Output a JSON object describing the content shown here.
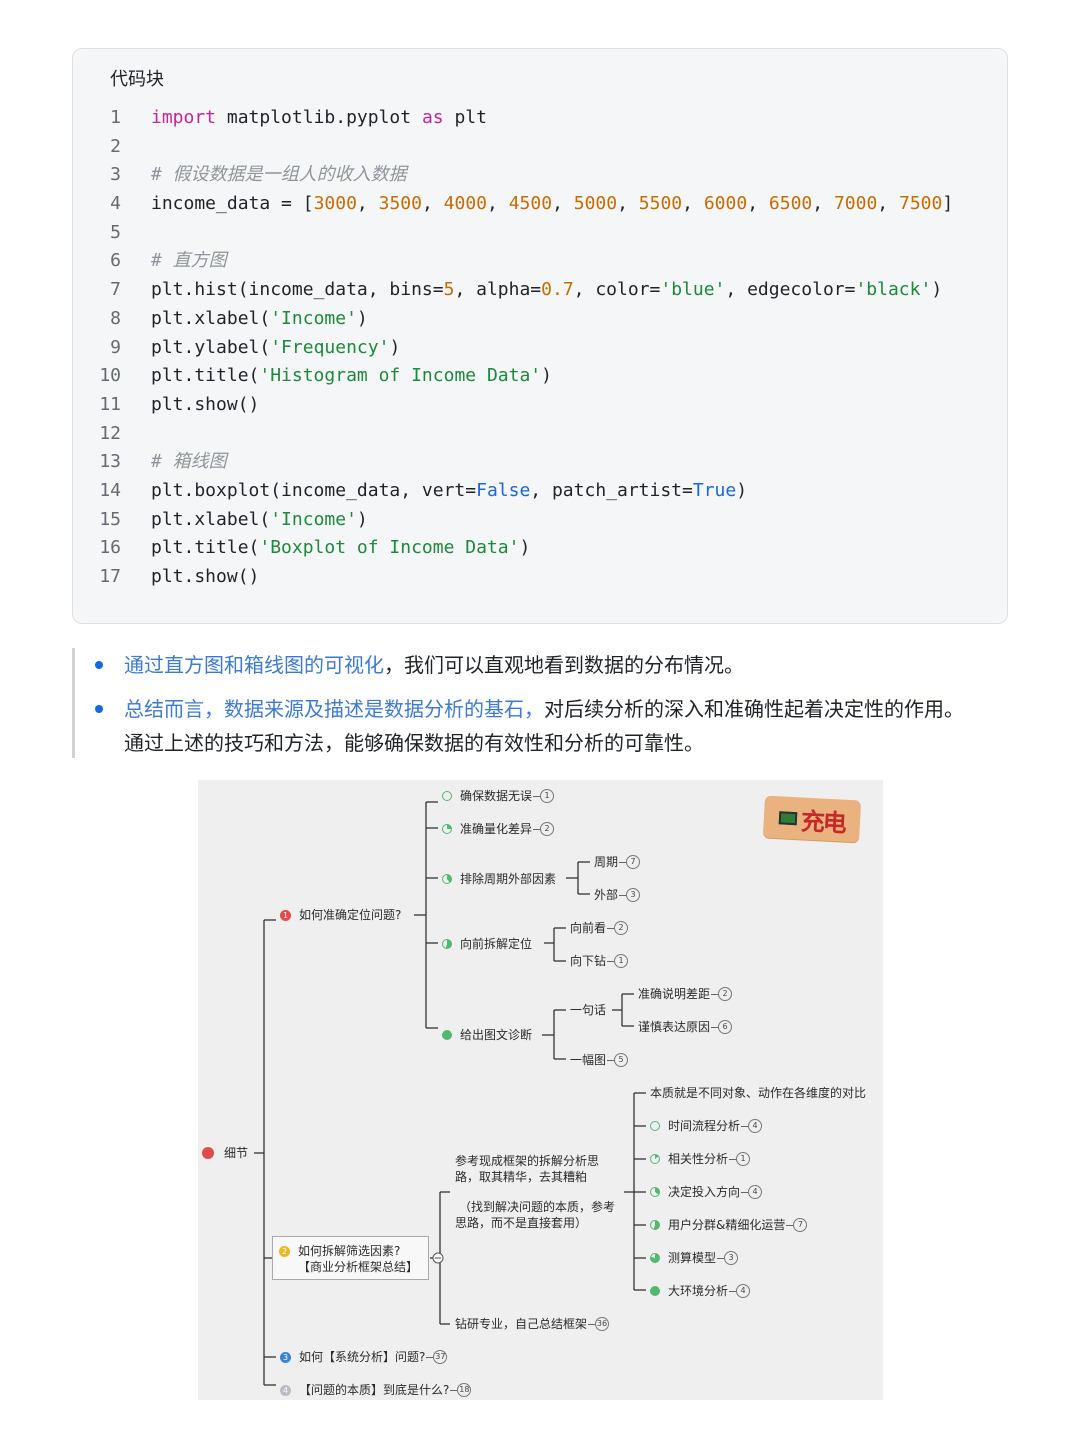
{
  "code_block": {
    "title": "代码块",
    "lines": [
      {
        "n": "1",
        "t": [
          [
            "kw",
            "import"
          ],
          [
            "p",
            " matplotlib.pyplot "
          ],
          [
            "kw",
            "as"
          ],
          [
            "p",
            " plt"
          ]
        ]
      },
      {
        "n": "2",
        "t": []
      },
      {
        "n": "3",
        "t": [
          [
            "cm",
            "# 假设数据是一组人的收入数据"
          ]
        ]
      },
      {
        "n": "4",
        "t": [
          [
            "p",
            "income_data = ["
          ],
          [
            "num",
            "3000"
          ],
          [
            "p",
            ", "
          ],
          [
            "num",
            "3500"
          ],
          [
            "p",
            ", "
          ],
          [
            "num",
            "4000"
          ],
          [
            "p",
            ", "
          ],
          [
            "num",
            "4500"
          ],
          [
            "p",
            ", "
          ],
          [
            "num",
            "5000"
          ],
          [
            "p",
            ", "
          ],
          [
            "num",
            "5500"
          ],
          [
            "p",
            ", "
          ],
          [
            "num",
            "6000"
          ],
          [
            "p",
            ", "
          ],
          [
            "num",
            "6500"
          ],
          [
            "p",
            ", "
          ],
          [
            "num",
            "7000"
          ],
          [
            "p",
            ", "
          ],
          [
            "num",
            "7500"
          ],
          [
            "p",
            "]"
          ]
        ]
      },
      {
        "n": "5",
        "t": []
      },
      {
        "n": "6",
        "t": [
          [
            "cm",
            "# 直方图"
          ]
        ]
      },
      {
        "n": "7",
        "t": [
          [
            "p",
            "plt.hist(income_data, bins="
          ],
          [
            "num",
            "5"
          ],
          [
            "p",
            ", alpha="
          ],
          [
            "num",
            "0.7"
          ],
          [
            "p",
            ", color="
          ],
          [
            "str",
            "'blue'"
          ],
          [
            "p",
            ", edgecolor="
          ],
          [
            "str",
            "'black'"
          ],
          [
            "p",
            ")"
          ]
        ]
      },
      {
        "n": "8",
        "t": [
          [
            "p",
            "plt.xlabel("
          ],
          [
            "str",
            "'Income'"
          ],
          [
            "p",
            ")"
          ]
        ]
      },
      {
        "n": "9",
        "t": [
          [
            "p",
            "plt.ylabel("
          ],
          [
            "str",
            "'Frequency'"
          ],
          [
            "p",
            ")"
          ]
        ]
      },
      {
        "n": "10",
        "t": [
          [
            "p",
            "plt.title("
          ],
          [
            "str",
            "'Histogram of Income Data'"
          ],
          [
            "p",
            ")"
          ]
        ]
      },
      {
        "n": "11",
        "t": [
          [
            "p",
            "plt.show()"
          ]
        ]
      },
      {
        "n": "12",
        "t": []
      },
      {
        "n": "13",
        "t": [
          [
            "cm",
            "# 箱线图"
          ]
        ]
      },
      {
        "n": "14",
        "t": [
          [
            "p",
            "plt.boxplot(income_data, vert="
          ],
          [
            "bool",
            "False"
          ],
          [
            "p",
            ", patch_artist="
          ],
          [
            "bool",
            "True"
          ],
          [
            "p",
            ")"
          ]
        ]
      },
      {
        "n": "15",
        "t": [
          [
            "p",
            "plt.xlabel("
          ],
          [
            "str",
            "'Income'"
          ],
          [
            "p",
            ")"
          ]
        ]
      },
      {
        "n": "16",
        "t": [
          [
            "p",
            "plt.title("
          ],
          [
            "str",
            "'Boxplot of Income Data'"
          ],
          [
            "p",
            ")"
          ]
        ]
      },
      {
        "n": "17",
        "t": [
          [
            "p",
            "plt.show()"
          ]
        ]
      }
    ]
  },
  "quote": {
    "b1_highlight": "通过直方图和箱线图的可视化",
    "b1_text": "，我们可以直观地看到数据的分布情况。",
    "b2_highlight": "总结而言，数据来源及描述是数据分析的基石，",
    "b2_text": "对后续分析的深入和准确性起着决定性的作用。",
    "b2_line2": "通过上述的技巧和方法，能够确保数据的有效性和分析的可靠性。",
    "accent_color": "#3d7ad6"
  },
  "mindmap": {
    "logo_text": "充电",
    "root": "细节",
    "q1": {
      "badge": "1",
      "label": "如何准确定位问题?"
    },
    "q1_children": [
      {
        "label": "确保数据无误",
        "count": "1"
      },
      {
        "label": "准确量化差异",
        "count": "2"
      },
      {
        "label": "排除周期外部因素"
      },
      {
        "label": "向前拆解定位"
      },
      {
        "label": "给出图文诊断"
      }
    ],
    "period": {
      "label": "周期",
      "count": "7"
    },
    "external": {
      "label": "外部",
      "count": "3"
    },
    "forward": {
      "label": "向前看",
      "count": "2"
    },
    "drill": {
      "label": "向下钻",
      "count": "1"
    },
    "sentence": {
      "label": "一句话"
    },
    "diff": {
      "label": "准确说明差距",
      "count": "2"
    },
    "reason": {
      "label": "谨慎表达原因",
      "count": "6"
    },
    "chart": {
      "label": "一幅图",
      "count": "5"
    },
    "q2": {
      "badge": "2",
      "line1": "如何拆解筛选因素?",
      "line2": "【商业分析框架总结】"
    },
    "ref_line1": "参考现成框架的拆解分析思",
    "ref_line2": "路，取其精华，去其糟粕",
    "ref_note1": "（找到解决问题的本质，参考",
    "ref_note2": "思路，而不是直接套用）",
    "essence": "本质就是不同对象、动作在各维度的对比",
    "methods": [
      {
        "label": "时间流程分析",
        "count": "4"
      },
      {
        "label": "相关性分析",
        "count": "1"
      },
      {
        "label": "决定投入方向",
        "count": "4"
      },
      {
        "label": "用户分群&精细化运营",
        "count": "7"
      },
      {
        "label": "测算模型",
        "count": "3"
      },
      {
        "label": "大环境分析",
        "count": "4"
      }
    ],
    "own": {
      "label": "钻研专业，自己总结框架",
      "count": "36"
    },
    "q3": {
      "badge": "3",
      "label": "如何【系统分析】问题?",
      "count": "37"
    },
    "q4": {
      "badge": "4",
      "label": "【问题的本质】到底是什么?",
      "count": "18"
    }
  }
}
